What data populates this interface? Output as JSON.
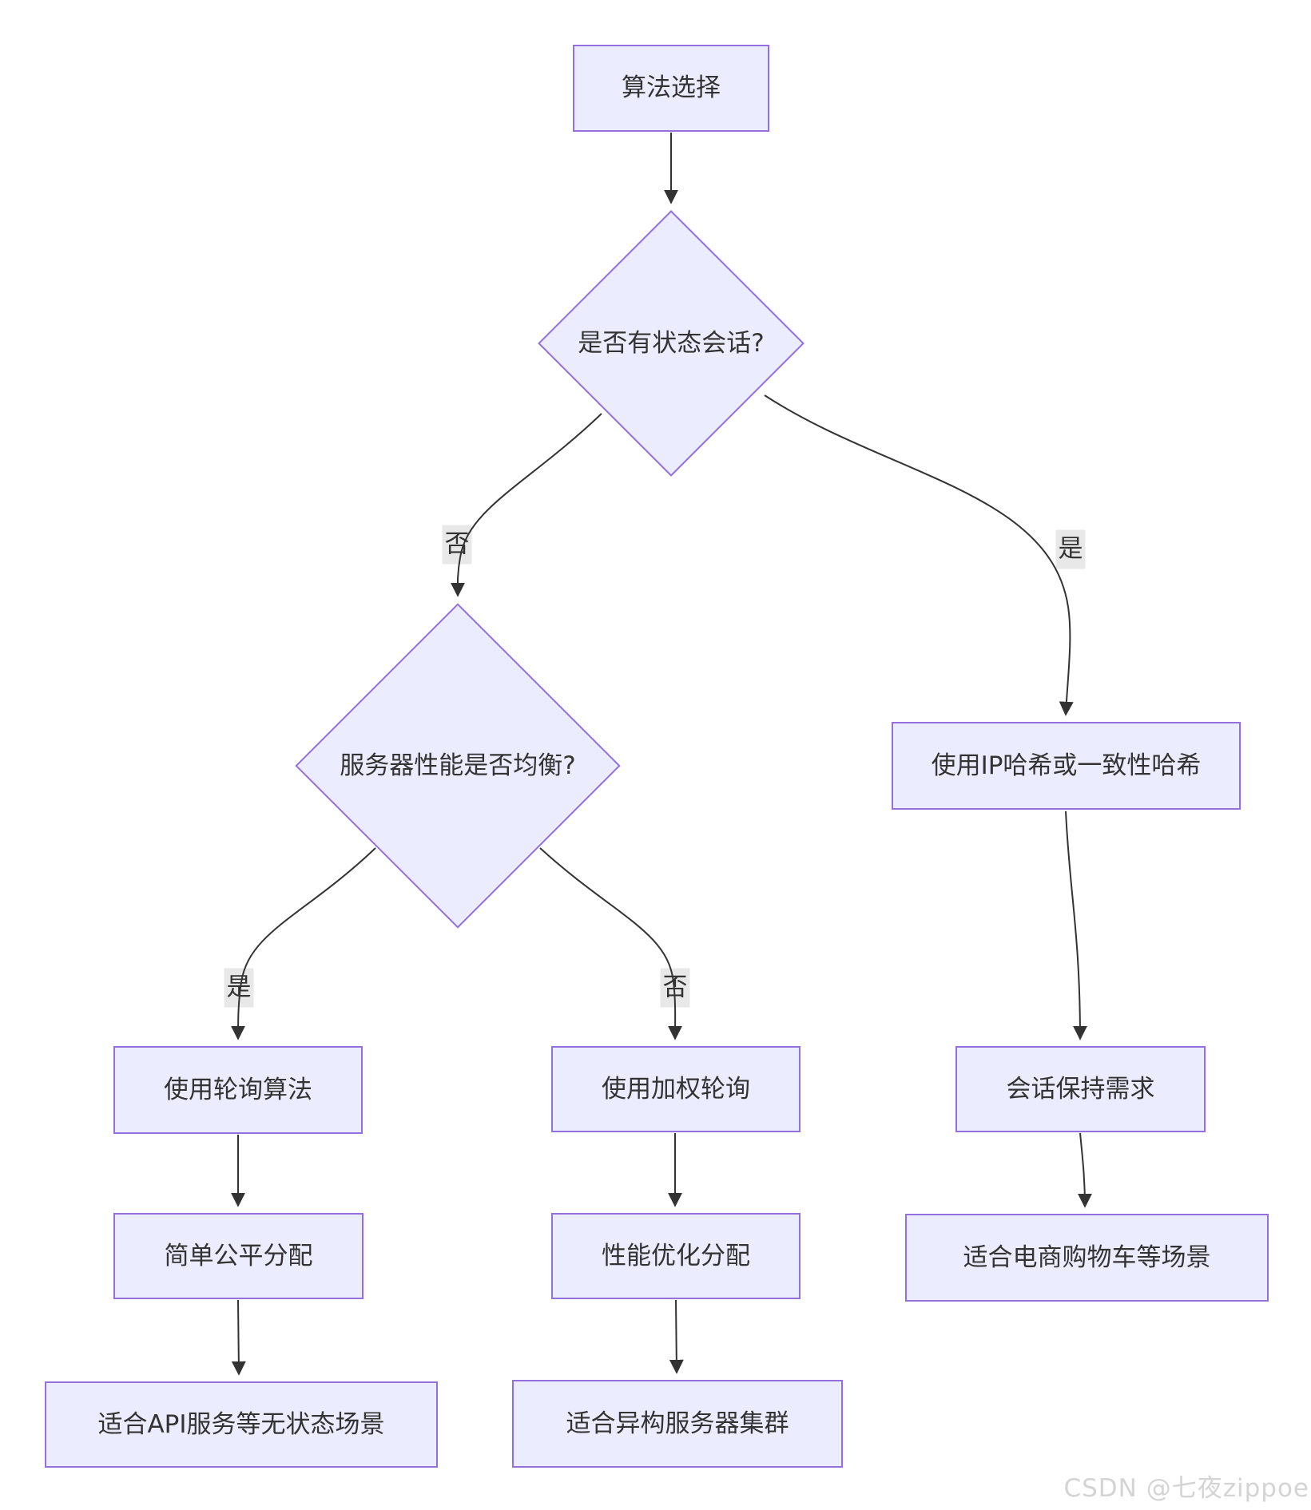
{
  "diagram": {
    "nodes": {
      "start": "算法选择",
      "has_session": "是否有状态会话?",
      "perf_balanced": "服务器性能是否均衡?",
      "ip_hash": "使用IP哈希或一致性哈希",
      "round_robin": "使用轮询算法",
      "weighted_rr": "使用加权轮询",
      "session_keep": "会话保持需求",
      "fair_alloc": "简单公平分配",
      "perf_alloc": "性能优化分配",
      "api_scene": "适合API服务等无状态场景",
      "hetero_scene": "适合异构服务器集群",
      "cart_scene": "适合电商购物车等场景"
    },
    "edge_labels": {
      "d1_no": "否",
      "d1_yes": "是",
      "d2_yes": "是",
      "d2_no": "否"
    },
    "watermark": "CSDN @七夜zippoe",
    "colors": {
      "node_fill": "#ECECFF",
      "node_border": "#9370DB",
      "edge": "#333333",
      "label_bg": "#e8e8e8",
      "text": "#333333",
      "watermark": "#d4d4d4"
    }
  }
}
